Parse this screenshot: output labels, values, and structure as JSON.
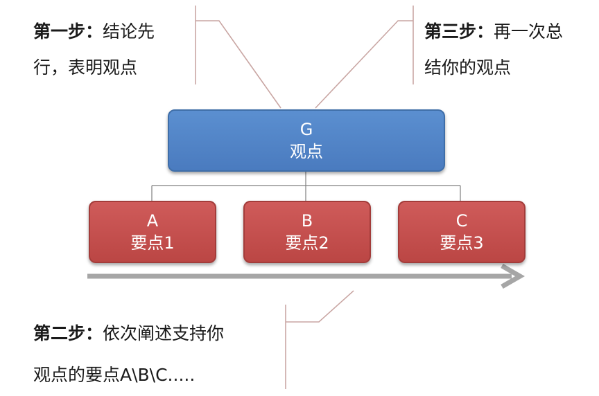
{
  "notes": {
    "step1": {
      "label": "第一步：",
      "line1_rest": "结论先",
      "line2": "行，表明观点"
    },
    "step3": {
      "label": "第三步：",
      "line1_rest": "再一次总",
      "line2": "结你的观点"
    },
    "step2": {
      "label": "第二步：",
      "line1_rest": "依次阐述支持你",
      "line2": "观点的要点A\\B\\C....."
    }
  },
  "nodes": {
    "root": {
      "letter": "G",
      "text": "观点"
    },
    "children": [
      {
        "letter": "A",
        "text": "要点1"
      },
      {
        "letter": "B",
        "text": "要点2"
      },
      {
        "letter": "C",
        "text": "要点3"
      }
    ]
  },
  "colors": {
    "root_fill": "#4f82c5",
    "child_fill": "#c44f4d",
    "arrow": "#a6a6a6",
    "callout_line": "#c9a6a3",
    "connector": "#7f7f7f"
  }
}
